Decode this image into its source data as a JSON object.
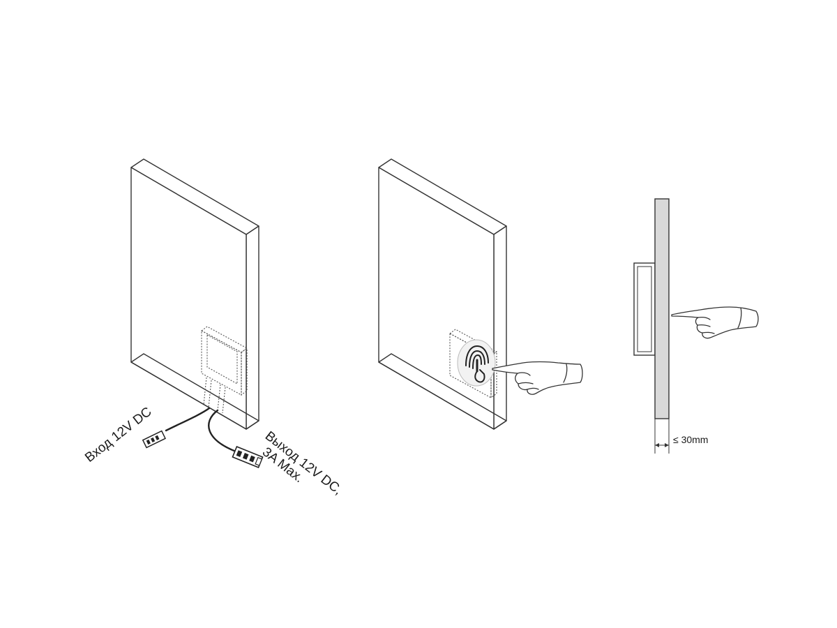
{
  "labels": {
    "input": "Вход 12V DC",
    "output_line1": "Выход 12V DC,",
    "output_line2": "3A Max.",
    "thickness": "≤ 30mm"
  },
  "colors": {
    "stroke": "#333333",
    "panel_side": "#d9d9d9",
    "cable": "#222222",
    "text": "#1a1a1a"
  },
  "icons": [
    "touch-fingerprint-icon",
    "pointing-hand-icon"
  ]
}
